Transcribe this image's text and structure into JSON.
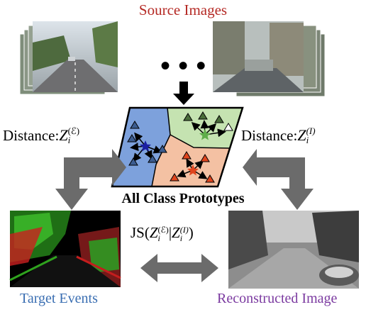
{
  "title": "Source Images",
  "ellipsis": "• • •",
  "distance_left": {
    "prefix": "Distance:",
    "var": "Z",
    "sub": "i",
    "sup": "(ℰ)"
  },
  "distance_right": {
    "prefix": "Distance:",
    "var": "Z",
    "sub": "i",
    "sup": "(I)"
  },
  "prototypes_label": "All Class Prototypes",
  "js_label": {
    "prefix": "JS(",
    "var1": "Z",
    "sub1": "i",
    "sup1": "(ℰ)",
    "sep": "|",
    "var2": "Z",
    "sub2": "i",
    "sup2": "(I)",
    "suffix": ")"
  },
  "target_label": "Target Events",
  "recon_label": "Reconstructed Image",
  "colors": {
    "title": "#b52a25",
    "target": "#3a6eb2",
    "recon": "#7b3aa0",
    "region_blue": "#7da1dc",
    "region_green": "#c5e3b1",
    "region_orange": "#f4c1a3",
    "star_blue": "#1a1fa3",
    "star_green": "#5fae4a",
    "star_orange": "#e0451e",
    "arrow": "#6b6b6b"
  }
}
